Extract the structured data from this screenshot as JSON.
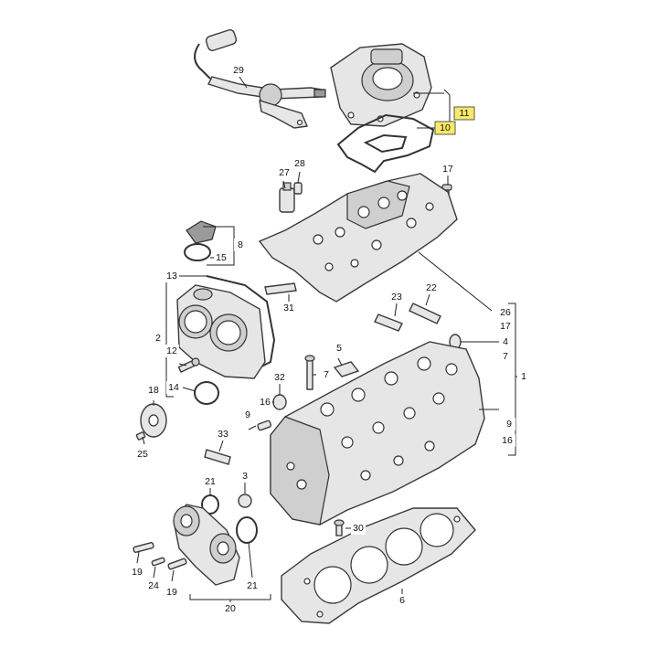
{
  "callouts": [
    {
      "id": "c29",
      "text": "29"
    },
    {
      "id": "c11",
      "text": "11"
    },
    {
      "id": "c10",
      "text": "10"
    },
    {
      "id": "c27",
      "text": "27"
    },
    {
      "id": "c28",
      "text": "28"
    },
    {
      "id": "c17a",
      "text": "17"
    },
    {
      "id": "c8",
      "text": "8"
    },
    {
      "id": "c15",
      "text": "15"
    },
    {
      "id": "c13",
      "text": "13"
    },
    {
      "id": "c31",
      "text": "31"
    },
    {
      "id": "c23",
      "text": "23"
    },
    {
      "id": "c22",
      "text": "22"
    },
    {
      "id": "c26",
      "text": "26"
    },
    {
      "id": "c17b",
      "text": "17"
    },
    {
      "id": "c4",
      "text": "4"
    },
    {
      "id": "c7a",
      "text": "7"
    },
    {
      "id": "c2",
      "text": "2"
    },
    {
      "id": "c12",
      "text": "12"
    },
    {
      "id": "c5",
      "text": "5"
    },
    {
      "id": "c1",
      "text": "1"
    },
    {
      "id": "c14",
      "text": "14"
    },
    {
      "id": "c32",
      "text": "32"
    },
    {
      "id": "c7b",
      "text": "7"
    },
    {
      "id": "c18",
      "text": "18"
    },
    {
      "id": "c16a",
      "text": "16"
    },
    {
      "id": "c9a",
      "text": "9"
    },
    {
      "id": "c9b",
      "text": "9"
    },
    {
      "id": "c16b",
      "text": "16"
    },
    {
      "id": "c25",
      "text": "25"
    },
    {
      "id": "c33",
      "text": "33"
    },
    {
      "id": "c3",
      "text": "3"
    },
    {
      "id": "c21a",
      "text": "21"
    },
    {
      "id": "c30",
      "text": "30"
    },
    {
      "id": "c19a",
      "text": "19"
    },
    {
      "id": "c24",
      "text": "24"
    },
    {
      "id": "c19b",
      "text": "19"
    },
    {
      "id": "c21b",
      "text": "21"
    },
    {
      "id": "c20",
      "text": "20"
    },
    {
      "id": "c6",
      "text": "6"
    }
  ],
  "colors": {
    "highlight": "#f7e96b",
    "part_fill": "#e6e6e6",
    "outline": "#3a3a3a"
  }
}
